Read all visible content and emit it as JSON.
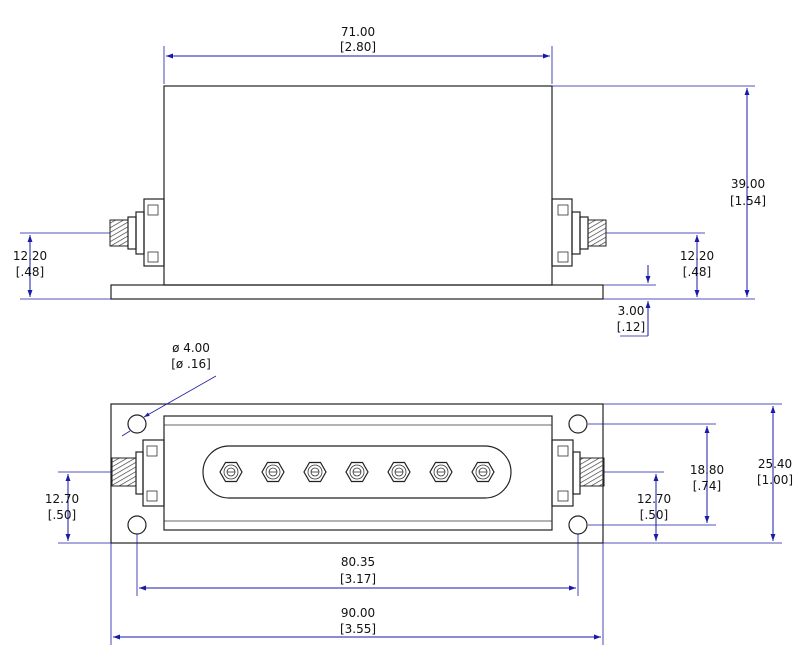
{
  "colors": {
    "dimension": "#1a1aa8",
    "outline": "#222222",
    "text": "#111111",
    "background": "#ffffff"
  },
  "side_view": {
    "width_dim": {
      "mm": "71.00",
      "in": "[2.80]"
    },
    "height_dim": {
      "mm": "39.00",
      "in": "[1.54]"
    },
    "left_connector_height": {
      "mm": "12.20",
      "in": "[.48]"
    },
    "right_connector_height": {
      "mm": "12.20",
      "in": "[.48]"
    },
    "flange_thickness": {
      "mm": "3.00",
      "in": "[.12]"
    }
  },
  "top_view": {
    "hole_diameter": {
      "mm": "ø 4.00",
      "in": "[ø .16]"
    },
    "overall_depth": {
      "mm": "25.40",
      "in": "[1.00]"
    },
    "hole_spacing_vertical": {
      "mm": "18.80",
      "in": "[.74]"
    },
    "left_connector_offset": {
      "mm": "12.70",
      "in": "[.50]"
    },
    "right_connector_offset": {
      "mm": "12.70",
      "in": "[.50]"
    },
    "hole_spacing_horizontal": {
      "mm": "80.35",
      "in": "[3.17]"
    },
    "overall_length": {
      "mm": "90.00",
      "in": "[3.55]"
    },
    "terminal_count": 7
  }
}
